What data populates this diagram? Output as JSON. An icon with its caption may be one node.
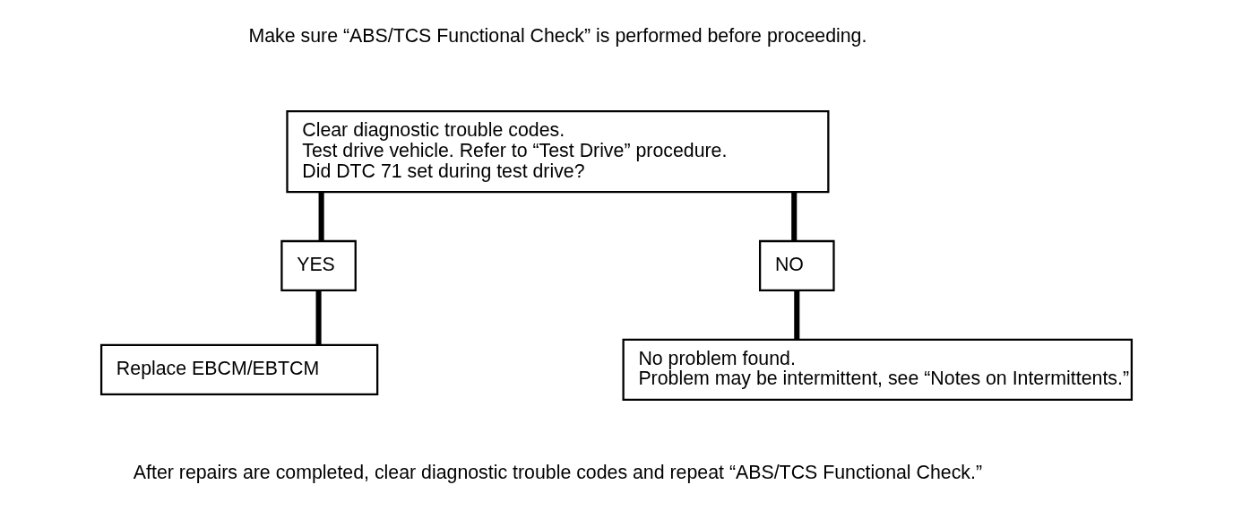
{
  "diagram": {
    "nodes": [
      {
        "text": [
          "Clear diagnostic trouble codes.",
          "Test drive vehicle. Refer to “Test Drive” procedure.",
          "Did DTC 71 set during test drive?"
        ]
      },
      {
        "text": [
          "YES"
        ]
      },
      {
        "text": [
          "NO"
        ]
      },
      {
        "text": [
          "Replace EBCM/EBTCM"
        ]
      },
      {
        "text": [
          "No problem found.",
          "Problem may be intermittent, see “Notes on Intermittents.”"
        ]
      }
    ],
    "edges": [
      {
        "from": 0,
        "to": 1,
        "arrow": "none"
      },
      {
        "from": 0,
        "to": 2,
        "arrow": "none"
      },
      {
        "from": 1,
        "to": 3,
        "arrow": "none"
      },
      {
        "from": 2,
        "to": 4,
        "arrow": "none"
      }
    ],
    "labels": [
      "Make sure “ABS/TCS Functional Check” is performed before proceeding.",
      "After repairs are completed, clear diagnostic trouble codes and repeat “ABS/TCS Functional Check.”"
    ]
  }
}
